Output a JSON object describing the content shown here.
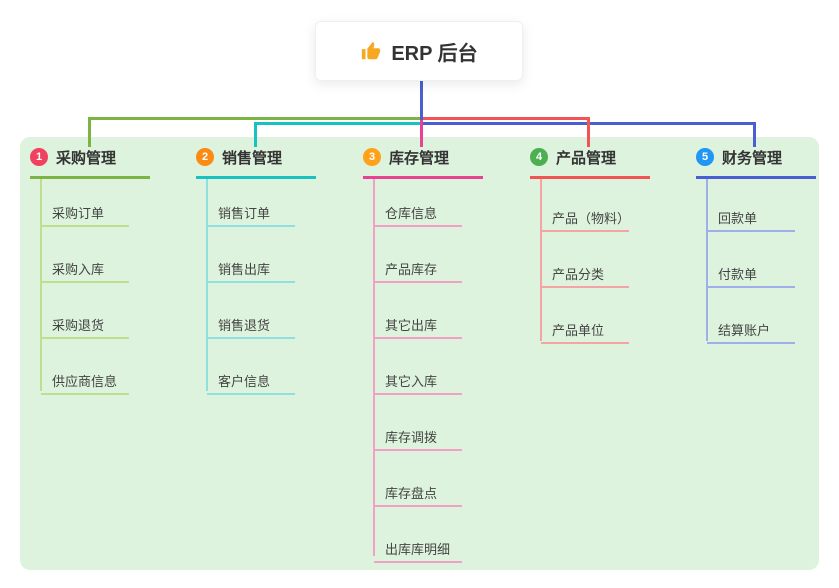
{
  "root": {
    "icon": "thumbs-up",
    "title": "ERP 后台"
  },
  "branches": [
    {
      "badge": "1",
      "title": "采购管理",
      "line_color": "#7cb342",
      "badge_color": "#f0415f",
      "item_line_color": "#bede90",
      "items": [
        "采购订单",
        "采购入库",
        "采购退货",
        "供应商信息"
      ]
    },
    {
      "badge": "2",
      "title": "销售管理",
      "line_color": "#18c2c0",
      "badge_color": "#fa8c16",
      "item_line_color": "#8fe0de",
      "items": [
        "销售订单",
        "销售出库",
        "销售退货",
        "客户信息"
      ]
    },
    {
      "badge": "3",
      "title": "库存管理",
      "line_color": "#e84393",
      "badge_color": "#ffa21a",
      "item_line_color": "#f3a0c6",
      "items": [
        "仓库信息",
        "产品库存",
        "其它出库",
        "其它入库",
        "库存调拨",
        "库存盘点",
        "出库库明细"
      ]
    },
    {
      "badge": "4",
      "title": "产品管理",
      "line_color": "#f25454",
      "badge_color": "#4caf50",
      "item_line_color": "#f5a3a3",
      "items": [
        "产品（物料）",
        "产品分类",
        "产品单位"
      ]
    },
    {
      "badge": "5",
      "title": "财务管理",
      "line_color": "#4a5fd1",
      "badge_color": "#2196f3",
      "item_line_color": "#9fb0e8",
      "items": [
        "回款单",
        "付款单",
        "结算账户"
      ]
    }
  ],
  "connectors": {
    "stem": "#4a5fd1",
    "branch1": "#7cb342",
    "branch2": "#18c2c0",
    "branch3": "#e84393",
    "branch4": "#f25454",
    "branch5": "#4a5fd1"
  },
  "colors": {
    "panel_bg": "#ddf3dd",
    "canvas_bg": "#ffffff",
    "root_icon": "#f6a823"
  }
}
